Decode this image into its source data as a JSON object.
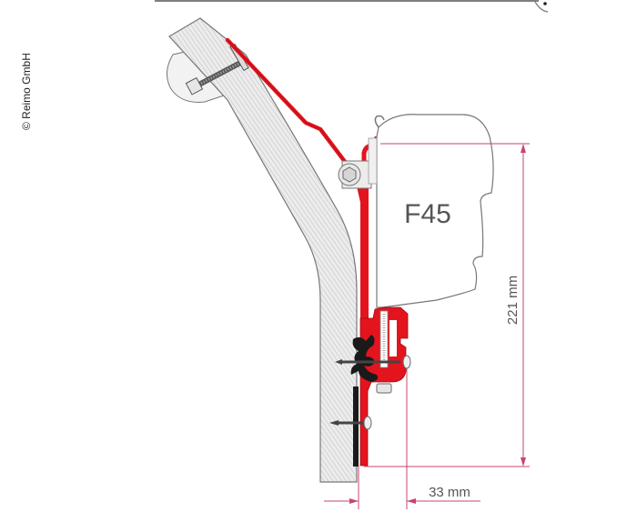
{
  "copyright": "© Reimo GmbH",
  "awning": {
    "model_label": "F45"
  },
  "dimensions": {
    "height_label": "221 mm",
    "depth_label": "33 mm"
  },
  "colors": {
    "bracket_red": "#e3141e",
    "dimension_line": "#c8456b",
    "wall_hatch_fill": "#e6e6e6",
    "outline": "#6b6b6b",
    "seal_black": "#1a1a1a"
  }
}
